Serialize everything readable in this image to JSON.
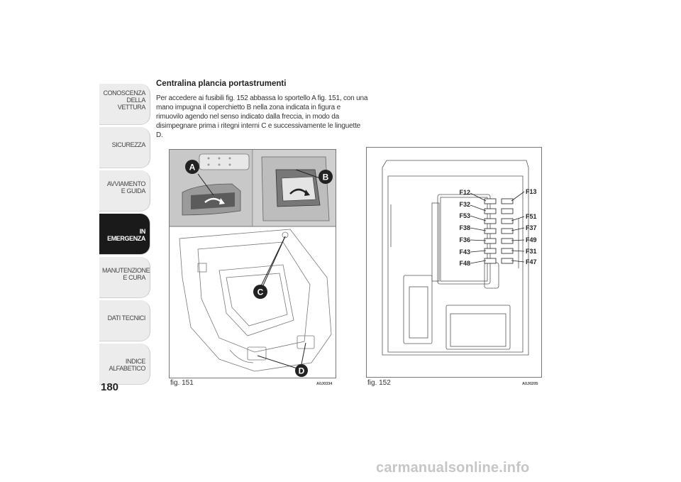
{
  "sidebar": {
    "tabs": [
      {
        "label": "CONOSCENZA DELLA VETTURA"
      },
      {
        "label": "SICUREZZA"
      },
      {
        "label": "AVVIAMENTO E GUIDA"
      },
      {
        "label": "IN EMERGENZA",
        "active": true
      },
      {
        "label": "MANUTENZIONE E CURA"
      },
      {
        "label": "DATI TECNICI"
      },
      {
        "label": "INDICE ALFABETICO"
      }
    ],
    "page_number": "180"
  },
  "content": {
    "heading": "Centralina plancia portastrumenti",
    "paragraph": "Per accedere ai fusibili fig. 152 abbassa lo sportello A fig. 151, con una mano impugna il coperchietto B nella zona indicata in figura e rimuovilo agendo nel senso indicato dalla freccia, in modo da disimpegnare prima i ritegni interni C e successivamente le linguette D."
  },
  "figures": {
    "fig151": {
      "caption": "fig. 151",
      "code": "A0J0334",
      "labels": {
        "a": "A",
        "b": "B",
        "c": "C",
        "d": "D"
      }
    },
    "fig152": {
      "caption": "fig. 152",
      "code": "A0J0205",
      "fuses_left": [
        "F12",
        "F32",
        "F53",
        "F38",
        "F36",
        "F43",
        "F48"
      ],
      "fuses_right": [
        "F13",
        "F51",
        "F37",
        "F49",
        "F31",
        "F47"
      ]
    }
  },
  "watermark": "carmanualsonline.info"
}
